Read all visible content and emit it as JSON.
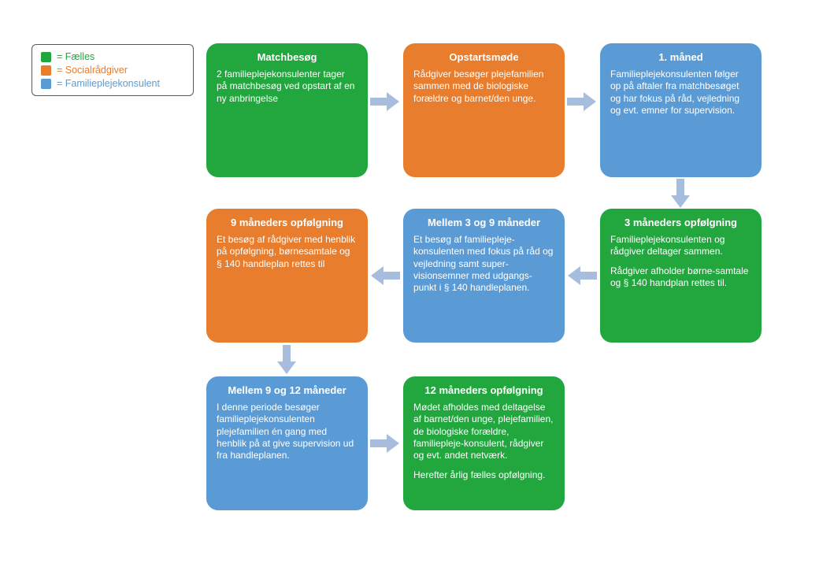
{
  "legend": {
    "items": [
      {
        "id": "faelles",
        "label": "= Fælles",
        "color": "#21A73D"
      },
      {
        "id": "socialraadgiver",
        "label": "= Socialrådgiver",
        "color": "#E87D2D"
      },
      {
        "id": "familieplejekonsulent",
        "label": "= Familieplejekonsulent",
        "color": "#5B9BD5"
      }
    ]
  },
  "flow": {
    "matchbesog": {
      "title": "Matchbesøg",
      "p1": "2 familieplejekonsulenter tager på matchbesøg ved opstart af en ny anbringelse",
      "p2": ""
    },
    "opstartsmode": {
      "title": "Opstartsmøde",
      "p1": "Rådgiver besøger plejefamilien sammen med de biologiske forældre og barnet/den unge.",
      "p2": ""
    },
    "maaned1": {
      "title": "1. måned",
      "p1": "Familieplejekonsulenten følger op på aftaler fra matchbesøget og har fokus på råd, vejledning og evt. emner for supervision.",
      "p2": ""
    },
    "opfolgning3": {
      "title": "3 måneders opfølgning",
      "p1": "Familieplejekonsulenten og rådgiver deltager sammen.",
      "p2": "Rådgiver afholder børne-samtale og § 140 handplan rettes til."
    },
    "mellem3og9": {
      "title": "Mellem 3 og 9 måneder",
      "p1": "Et besøg af familiepleje-konsulenten med fokus på råd og vejledning samt super-visionsemner med udgangs-punkt i § 140 handleplanen.",
      "p2": ""
    },
    "opfolgning9": {
      "title": "9 måneders opfølgning",
      "p1": "Et besøg af rådgiver med henblik på opfølgning, børnesamtale og § 140 handleplan rettes til",
      "p2": ""
    },
    "mellem9og12": {
      "title": "Mellem 9 og 12 måneder",
      "p1": "I denne periode besøger familieplejekonsulenten plejefamilien én gang med henblik på at give supervision ud fra handleplanen.",
      "p2": ""
    },
    "opfolgning12": {
      "title": "12 måneders opfølgning",
      "p1": "Mødet afholdes med deltagelse af barnet/den unge, plejefamilien, de biologiske forældre, familiepleje-konsulent, rådgiver og evt. andet netværk.",
      "p2": "Herefter årlig fælles opfølgning."
    }
  },
  "colors": {
    "green": "#21A73D",
    "orange": "#E87D2D",
    "blue": "#5B9BD5",
    "arrow": "#A7BDDE",
    "box_text": "#FFFFFF"
  }
}
